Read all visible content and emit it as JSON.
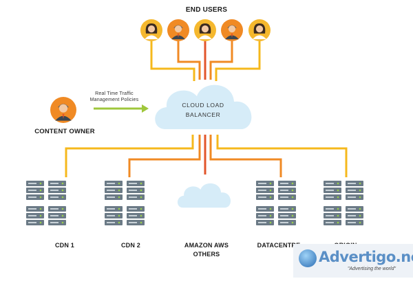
{
  "title": "END USERS",
  "content_owner": "CONTENT OWNER",
  "policy_label": [
    "Real Time Traffic",
    "Management Policies"
  ],
  "balancer_label": [
    "CLOUD LOAD",
    "BALANCER"
  ],
  "destinations": [
    {
      "label": "CDN 1"
    },
    {
      "label": "CDN 2"
    },
    {
      "label": "AMAZON AWS",
      "label2": "OTHERS"
    },
    {
      "label": "DATACENTRE"
    },
    {
      "label": "ORIGIN"
    }
  ],
  "watermark": {
    "name": "Advertigo.net",
    "tagline": "\"Advertising the world\""
  },
  "colors": {
    "orange": "#f08a24",
    "yellow": "#f5b81c",
    "red": "#e2552b",
    "cloud": "#d6ecf8",
    "arrow": "#9fc73b",
    "server": "#6b7a86",
    "avatar_bg": "#f5b82e"
  }
}
